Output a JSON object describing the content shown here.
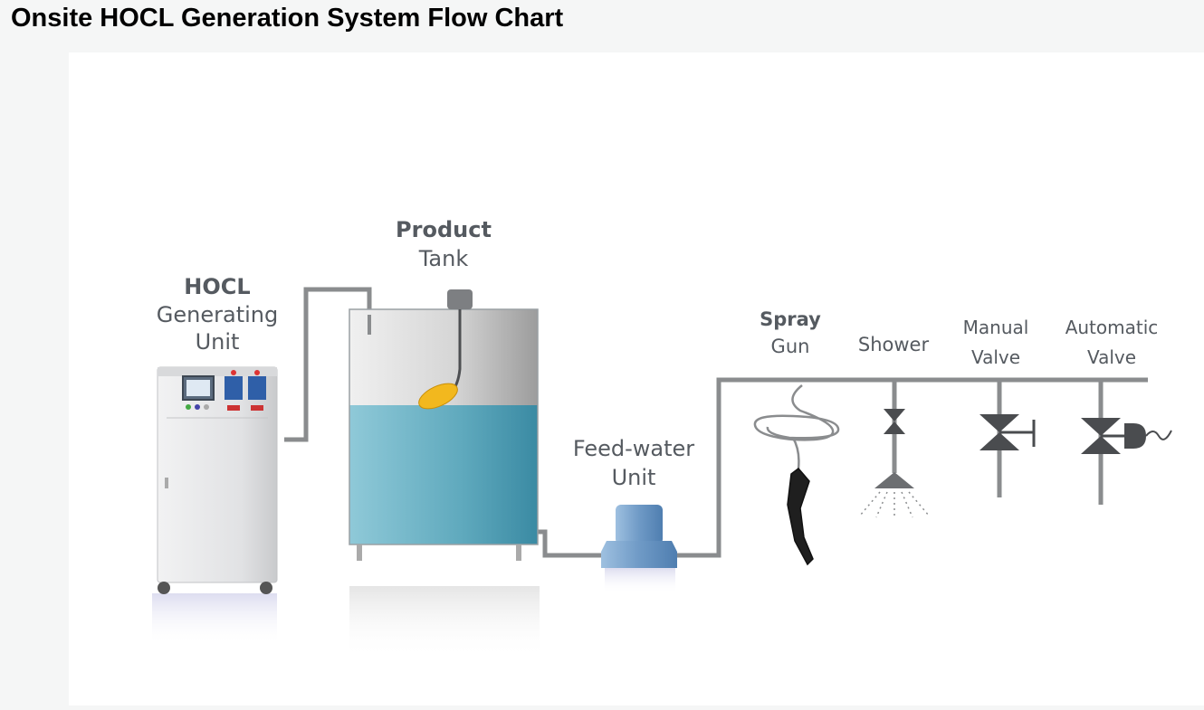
{
  "title": "Onsite HOCL Generation System Flow Chart",
  "colors": {
    "pipe": "#8a8c8e",
    "water": "#5fa9bd",
    "tank_top": "#c9c9c9",
    "pump": "#6f9ac6",
    "cabinet": "#e2e3e5",
    "label": "#555a60"
  },
  "labels": {
    "hocl_unit": {
      "line1": "HOCL",
      "line2": "Generating",
      "line3": "Unit"
    },
    "product_tank": {
      "line1": "Product",
      "line2": "Tank"
    },
    "feed_water": {
      "line1": "Feed-water",
      "line2": "Unit"
    },
    "spray_gun": {
      "line1": "Spray",
      "line2": "Gun"
    },
    "shower": {
      "line1": "Shower"
    },
    "manual_valve": {
      "line1": "Manual",
      "line2": "Valve"
    },
    "automatic_valve": {
      "line1": "Automatic",
      "line2": "Valve"
    }
  },
  "icons": [
    "cabinet-icon",
    "tank-icon",
    "float-switch-icon",
    "pump-icon",
    "hose-icon",
    "shower-head-icon",
    "valve-icon",
    "actuator-icon"
  ]
}
